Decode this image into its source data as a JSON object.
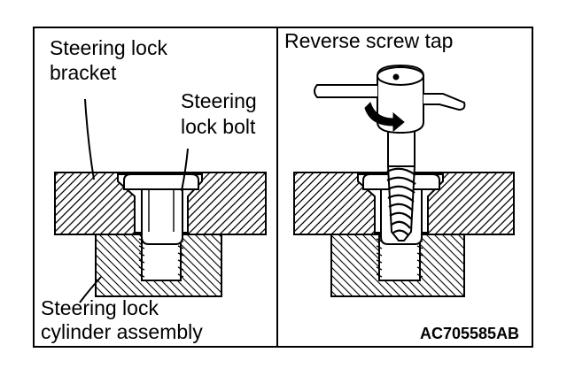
{
  "left_panel": {
    "label_bracket_1": "Steering lock",
    "label_bracket_2": "bracket",
    "label_bolt_1": "Steering",
    "label_bolt_2": "lock bolt",
    "label_cylinder_1": "Steering lock",
    "label_cylinder_2": "cylinder assembly"
  },
  "right_panel": {
    "label_tap": "Reverse screw tap",
    "figure_code": "AC705585AB"
  }
}
